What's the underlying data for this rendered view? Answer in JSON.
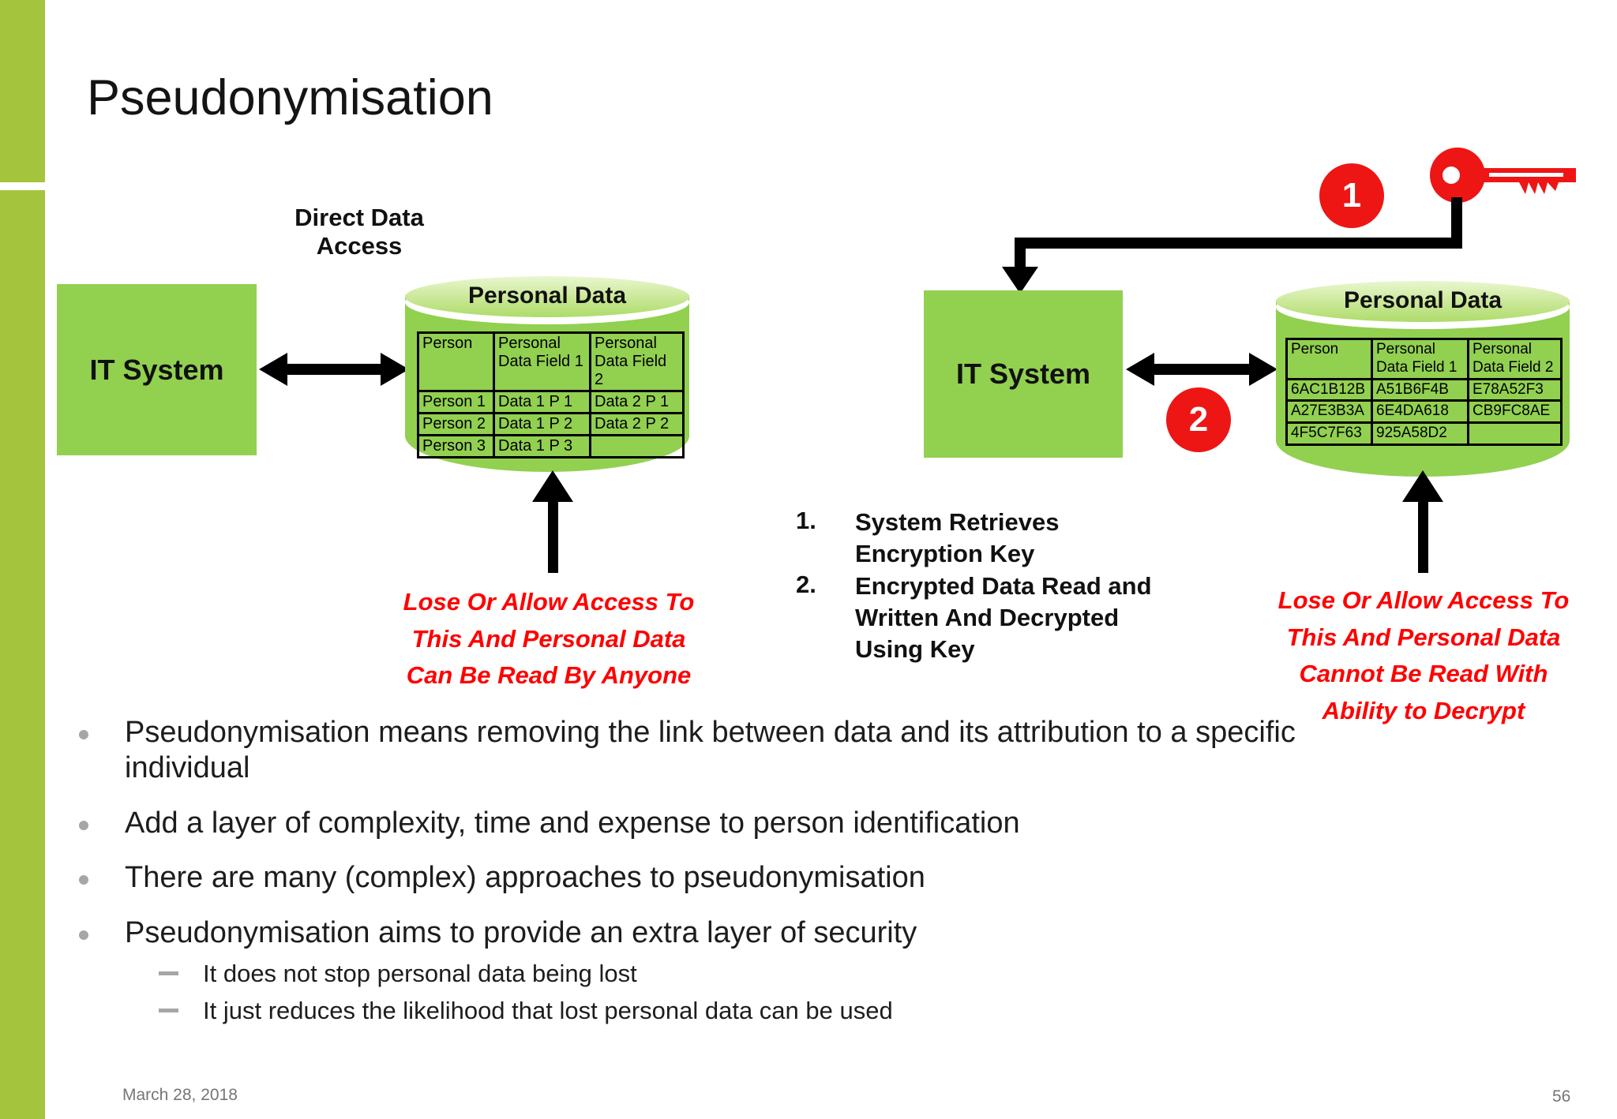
{
  "slide": {
    "title": "Pseudonymisation",
    "footer_date": "March 28, 2018",
    "page_number": "56"
  },
  "colors": {
    "box_green": "#92d050",
    "sidebar_green": "#a5c43e",
    "accent_red": "#ee1515",
    "caption_red": "#ff0000",
    "bullet_gray": "#a6a6a6",
    "footer_gray": "#767676"
  },
  "left_diagram": {
    "access_label": "Direct Data Access",
    "it_system_label": "IT System",
    "db_title": "Personal Data",
    "table": {
      "headers": [
        "Person",
        "Personal Data Field 1",
        "Personal Data Field 2"
      ],
      "rows": [
        [
          "Person 1",
          "Data 1 P 1",
          "Data 2 P 1"
        ],
        [
          "Person 2",
          "Data 1 P 2",
          "Data 2 P 2"
        ],
        [
          "Person 3",
          "Data 1 P 3",
          ""
        ]
      ]
    },
    "caption": "Lose Or Allow Access To This And Personal Data Can Be Read By Anyone"
  },
  "steps": [
    {
      "num": "1.",
      "text": "System Retrieves Encryption Key"
    },
    {
      "num": "2.",
      "text": "Encrypted Data Read and Written  And Decrypted Using Key"
    }
  ],
  "right_diagram": {
    "badge_1": "1",
    "badge_2": "2",
    "it_system_label": "IT System",
    "db_title": "Personal Data",
    "table": {
      "headers": [
        "Person",
        "Personal Data Field 1",
        "Personal Data Field 2"
      ],
      "rows": [
        [
          "6AC1B12B",
          "A51B6F4B",
          "E78A52F3"
        ],
        [
          "A27E3B3A",
          "6E4DA618",
          "CB9FC8AE"
        ],
        [
          "4F5C7F63",
          "925A58D2",
          ""
        ]
      ]
    },
    "caption": "Lose Or Allow Access To This And Personal Data Cannot Be Read With Ability to Decrypt"
  },
  "bullets": [
    "Pseudonymisation means removing the link between data and its attribution to a specific individual",
    "Add a layer of complexity, time and expense to person identification",
    "There are many (complex) approaches to pseudonymisation",
    "Pseudonymisation aims to provide an extra layer of security"
  ],
  "sub_bullets": [
    "It does not stop personal data being lost",
    "It just reduces the likelihood that lost personal data can be used"
  ]
}
